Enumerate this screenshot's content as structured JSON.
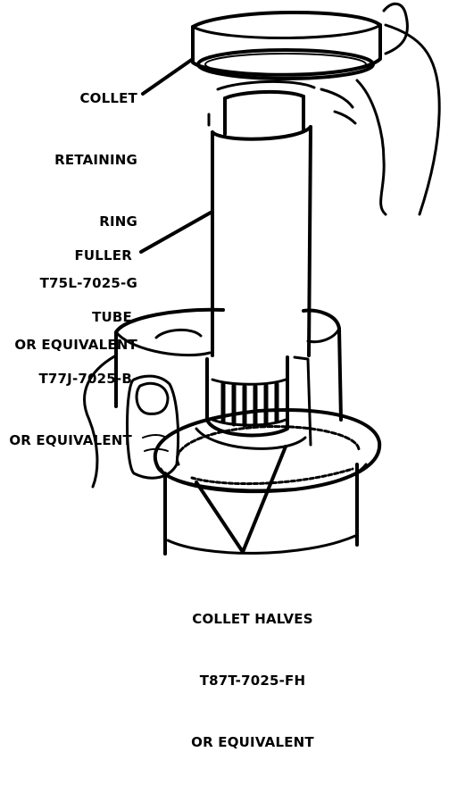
{
  "labels": {
    "collet_retaining_ring": [
      "COLLET",
      "RETAINING",
      "RING",
      "T75L-7025-G",
      "OR EQUIVALENT"
    ],
    "fuller_tube": [
      "FULLER",
      "TUBE",
      "T77J-7025-B",
      "OR EQUIVALENT"
    ],
    "collet_halves": [
      "COLLET HALVES",
      "T87T-7025-FH",
      "OR EQUIVALENT"
    ]
  },
  "colors": {
    "ink": "#000000",
    "paper": "#ffffff"
  }
}
